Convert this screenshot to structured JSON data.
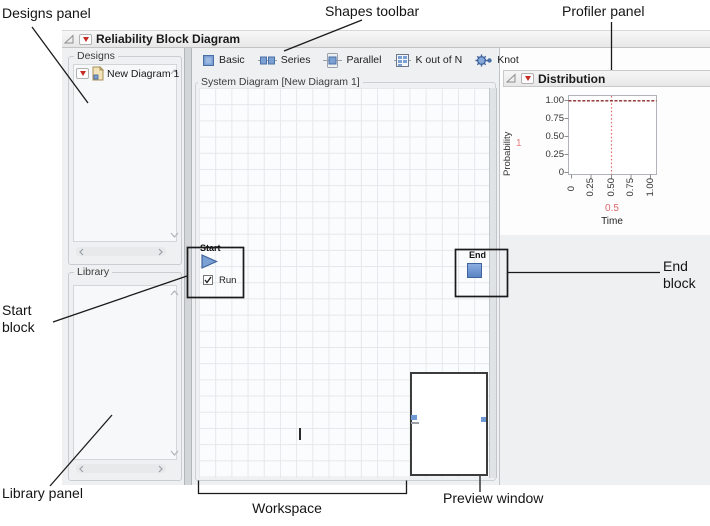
{
  "annotations": {
    "designs_panel": "Designs panel",
    "shapes_toolbar": "Shapes toolbar",
    "profiler_panel": "Profiler panel",
    "start_block": "Start block",
    "end_block": "End block",
    "library_panel": "Library panel",
    "workspace": "Workspace",
    "preview_window": "Preview window"
  },
  "window": {
    "title": "Reliability Block Diagram"
  },
  "panels": {
    "designs": {
      "label": "Designs",
      "items": [
        {
          "label": "New Diagram 1",
          "icon": "diagram-document-icon"
        }
      ]
    },
    "library": {
      "label": "Library"
    }
  },
  "toolbar": {
    "items": [
      {
        "label": "Basic",
        "icon": "basic-block-icon"
      },
      {
        "label": "Series",
        "icon": "series-blocks-icon"
      },
      {
        "label": "Parallel",
        "icon": "parallel-blocks-icon"
      },
      {
        "label": "K out of N",
        "icon": "k-of-n-grid-icon"
      },
      {
        "label": "Knot",
        "icon": "knot-icon"
      }
    ]
  },
  "workspace": {
    "group_label": "System Diagram [New Diagram 1]",
    "start_block": {
      "title": "Start",
      "checkbox_label": "Run",
      "checked": true
    },
    "end_block": {
      "title": "End"
    }
  },
  "distribution": {
    "header": "Distribution",
    "chart_data": {
      "type": "line",
      "xlabel": "Time",
      "ylabel": "Probability",
      "x_ticks": [
        "0",
        "0.25",
        "0.50",
        "0.75",
        "1.00"
      ],
      "y_ticks": [
        "1.00",
        "0.75",
        "0.50",
        "0.25",
        "0"
      ],
      "xlim": [
        0,
        1
      ],
      "ylim": [
        0,
        1
      ],
      "series": [
        {
          "name": "Probability",
          "x": [
            0,
            1
          ],
          "y": [
            1,
            1
          ]
        }
      ],
      "crosshair": {
        "x_value": "0.5",
        "y_value": "1"
      },
      "colors": {
        "line": "#8b2626",
        "crosshair": "#e06868"
      },
      "grid": false,
      "legend": "none"
    }
  },
  "colors": {
    "block_blue": "#7aa0d4",
    "block_blue_border": "#3f639c",
    "red_triangle": "#c42c24",
    "annotation": "#1a1a1a"
  }
}
